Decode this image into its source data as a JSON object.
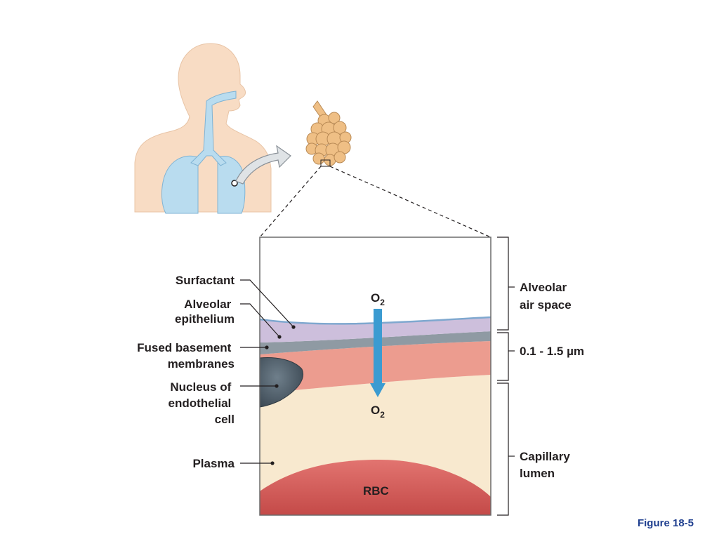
{
  "labels": {
    "surfactant": "Surfactant",
    "alveolar_epithelium": [
      "Alveolar",
      "epithelium"
    ],
    "fused_basement_membranes": [
      "Fused basement",
      "membranes"
    ],
    "nucleus_endothelial_cell": [
      "Nucleus of",
      "endothelial",
      "cell"
    ],
    "plasma": "Plasma",
    "alveolar_air_space": [
      "Alveolar",
      "air space"
    ],
    "thickness": "0.1 - 1.5 µm",
    "capillary_lumen": [
      "Capillary",
      "lumen"
    ],
    "rbc": "RBC"
  },
  "oxygen": {
    "symbol": "O",
    "subscript": "2"
  },
  "figure_label": "Figure 18-5",
  "colors": {
    "skin": "#f8dcc4",
    "airway": "#b9dcef",
    "alveolus": "#efbf85",
    "epithelium": "#cdbfdc",
    "basement_membrane": "#8f9aa3",
    "endothelium": "#ec9c8f",
    "plasma": "#f8e9cf",
    "rbc": "#d9625e",
    "arrow": "#3b9bd1",
    "figure_label": "#1f3f8f"
  }
}
